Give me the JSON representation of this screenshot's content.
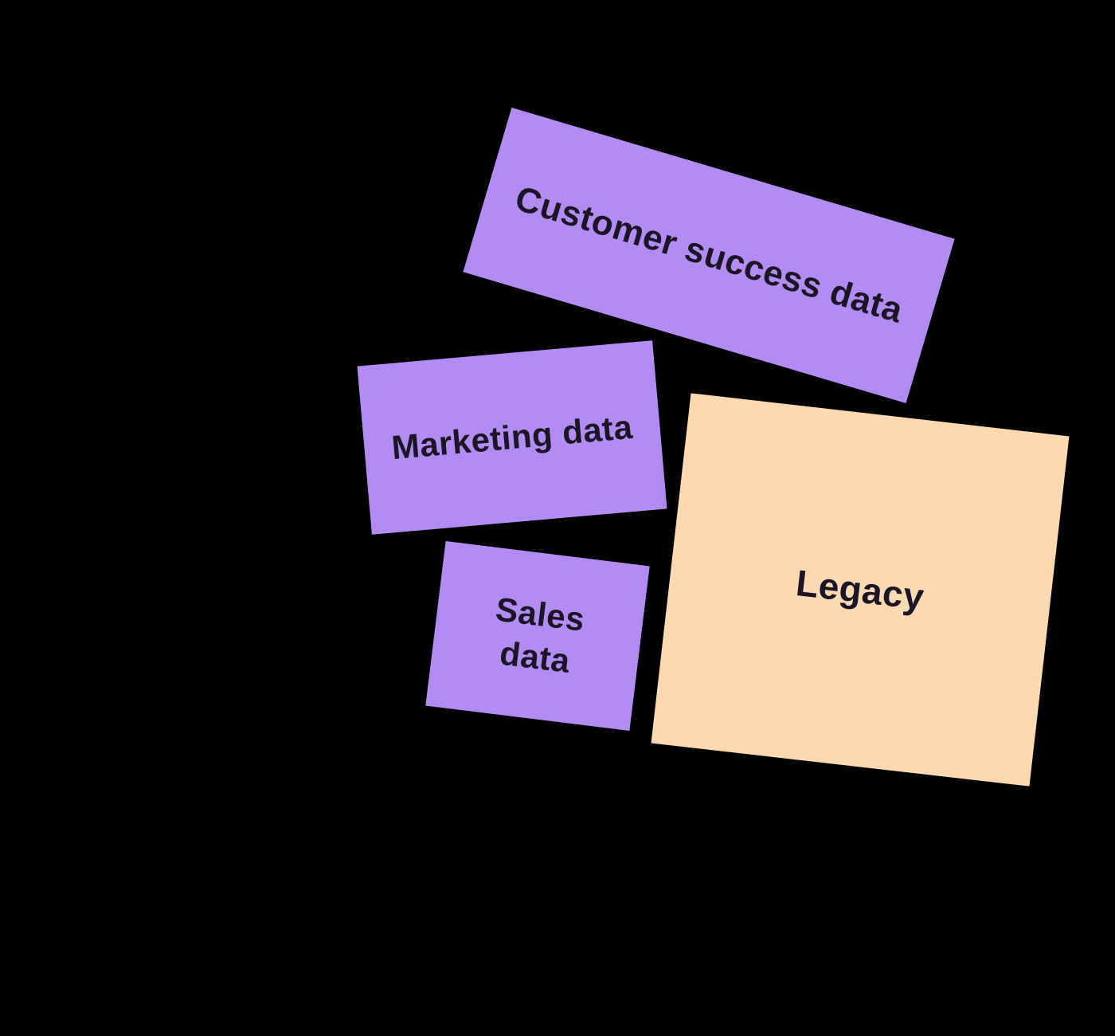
{
  "canvas": {
    "background_color": "#000000"
  },
  "colors": {
    "purple_note": "#b28cf3",
    "peach_note": "#fcd9b1",
    "note_text": "#1b1526"
  },
  "notes": [
    {
      "id": "customer-success-data",
      "label": "Customer success data",
      "color": "#b28cf3"
    },
    {
      "id": "marketing-data",
      "label": "Marketing data",
      "color": "#b28cf3"
    },
    {
      "id": "sales-data",
      "label": "Sales data",
      "color": "#b28cf3"
    },
    {
      "id": "legacy",
      "label": "Legacy",
      "color": "#fcd9b1"
    }
  ]
}
